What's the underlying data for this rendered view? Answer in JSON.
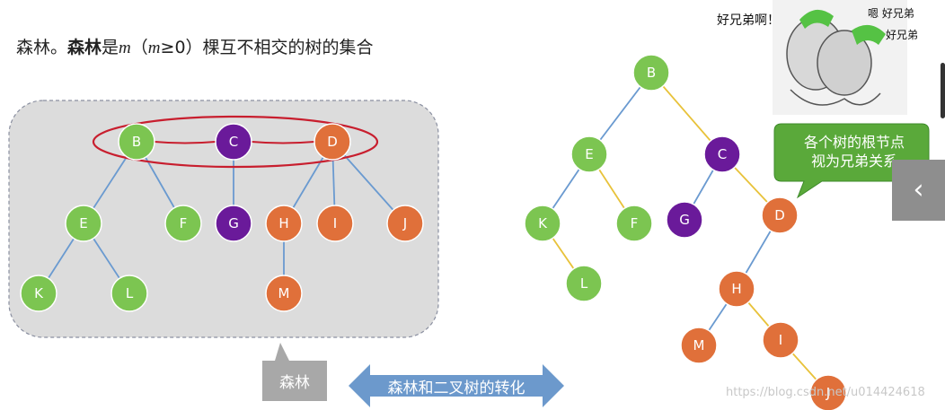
{
  "heading": {
    "prefix": "森林。",
    "term": "森林",
    "mid": "是",
    "var_m": "m",
    "paren_open": "（",
    "var_m2": "m",
    "cond": "≥0）",
    "suffix": "棵互不相交的树的集合"
  },
  "colors": {
    "green": "#7cc551",
    "purple": "#6a1a9a",
    "orange": "#e0703a",
    "blue_edge": "#6a9ad0",
    "yellow_edge": "#e8c23a",
    "red_ellipse": "#c81e2e",
    "forest_bg": "#dcdcdc",
    "callout": "#5aa93a",
    "arrow": "#6c99cc",
    "tag": "#a8a8a8"
  },
  "forest": {
    "nodes": [
      {
        "id": "B",
        "color": "green"
      },
      {
        "id": "C",
        "color": "purple"
      },
      {
        "id": "D",
        "color": "orange"
      },
      {
        "id": "E",
        "color": "green"
      },
      {
        "id": "F",
        "color": "green"
      },
      {
        "id": "G",
        "color": "purple"
      },
      {
        "id": "H",
        "color": "orange"
      },
      {
        "id": "I",
        "color": "orange"
      },
      {
        "id": "J",
        "color": "orange"
      },
      {
        "id": "K",
        "color": "green"
      },
      {
        "id": "L",
        "color": "green"
      },
      {
        "id": "M",
        "color": "orange"
      }
    ],
    "edges": [
      [
        "B",
        "E"
      ],
      [
        "B",
        "F"
      ],
      [
        "E",
        "K"
      ],
      [
        "E",
        "L"
      ],
      [
        "C",
        "G"
      ],
      [
        "D",
        "H"
      ],
      [
        "D",
        "I"
      ],
      [
        "D",
        "J"
      ],
      [
        "H",
        "M"
      ]
    ],
    "root_links": [
      [
        "B",
        "C"
      ],
      [
        "C",
        "D"
      ]
    ]
  },
  "binary_tree": {
    "nodes": [
      {
        "id": "B",
        "color": "green"
      },
      {
        "id": "E",
        "color": "green"
      },
      {
        "id": "C",
        "color": "purple"
      },
      {
        "id": "K",
        "color": "green"
      },
      {
        "id": "F",
        "color": "green"
      },
      {
        "id": "G",
        "color": "purple"
      },
      {
        "id": "D",
        "color": "orange"
      },
      {
        "id": "L",
        "color": "green"
      },
      {
        "id": "H",
        "color": "orange"
      },
      {
        "id": "M",
        "color": "orange"
      },
      {
        "id": "I",
        "color": "orange"
      },
      {
        "id": "J",
        "color": "orange"
      }
    ],
    "left_edges": [
      [
        "B",
        "E"
      ],
      [
        "E",
        "K"
      ],
      [
        "C",
        "G"
      ],
      [
        "D",
        "H"
      ],
      [
        "H",
        "M"
      ]
    ],
    "right_edges": [
      [
        "B",
        "C"
      ],
      [
        "E",
        "F"
      ],
      [
        "K",
        "L"
      ],
      [
        "C",
        "D"
      ],
      [
        "H",
        "I"
      ],
      [
        "I",
        "J"
      ]
    ]
  },
  "forest_tag": "森林",
  "arrow_label": "森林和二叉树的转化",
  "callout": {
    "line1": "各个树的根节点",
    "line2": "视为兄弟关系"
  },
  "meme": {
    "t1": "好兄弟啊！",
    "t2": "嗯 好兄弟",
    "t3": "好兄弟"
  },
  "nav_icon": "chevron-left-icon",
  "watermark": "https://blog.csdn.net/u014424618"
}
